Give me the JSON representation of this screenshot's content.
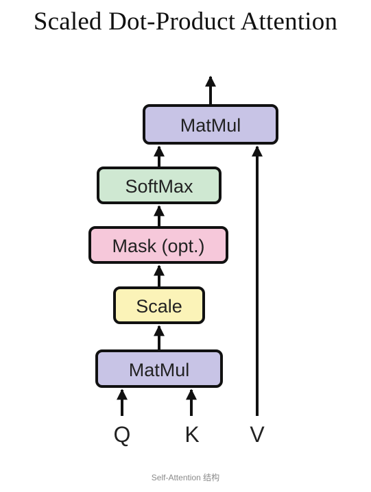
{
  "title": "Scaled Dot-Product Attention",
  "caption": "Self-Attention 结构",
  "blocks": {
    "matmul_top": {
      "label": "MatMul",
      "fill": "#c8c4e6"
    },
    "softmax": {
      "label": "SoftMax",
      "fill": "#cfe8d2"
    },
    "mask": {
      "label": "Mask (opt.)",
      "fill": "#f6c8da"
    },
    "scale": {
      "label": "Scale",
      "fill": "#fbf3b8"
    },
    "matmul_bottom": {
      "label": "MatMul",
      "fill": "#c8c4e6"
    }
  },
  "inputs": {
    "q": "Q",
    "k": "K",
    "v": "V"
  },
  "colors": {
    "stroke": "#111111",
    "text": "#222222"
  }
}
